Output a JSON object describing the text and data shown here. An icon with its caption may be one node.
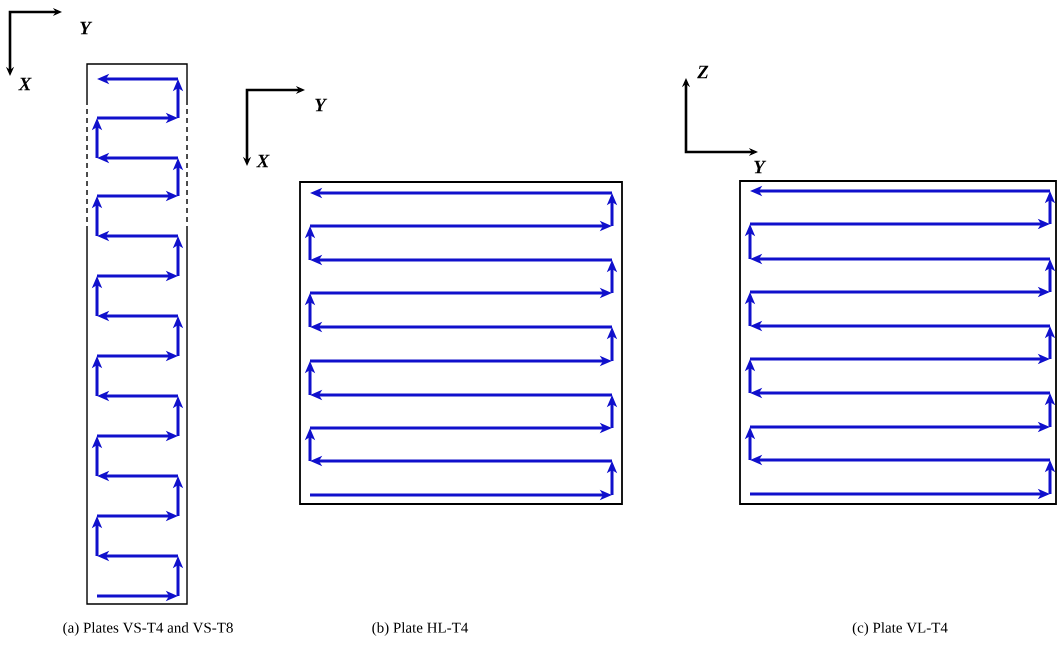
{
  "diagram": {
    "nodes": [
      {
        "text": [],
        "shape": "box"
      },
      {
        "text": [],
        "shape": "box"
      },
      {
        "text": [],
        "shape": "box"
      }
    ],
    "labels": [
      "Y",
      "X",
      "Y",
      "X",
      "Z",
      "Y",
      "(a) Plates VS-T4 and VS-T8",
      "(b) Plate HL-T4",
      "(c) Plate VL-T4"
    ]
  }
}
